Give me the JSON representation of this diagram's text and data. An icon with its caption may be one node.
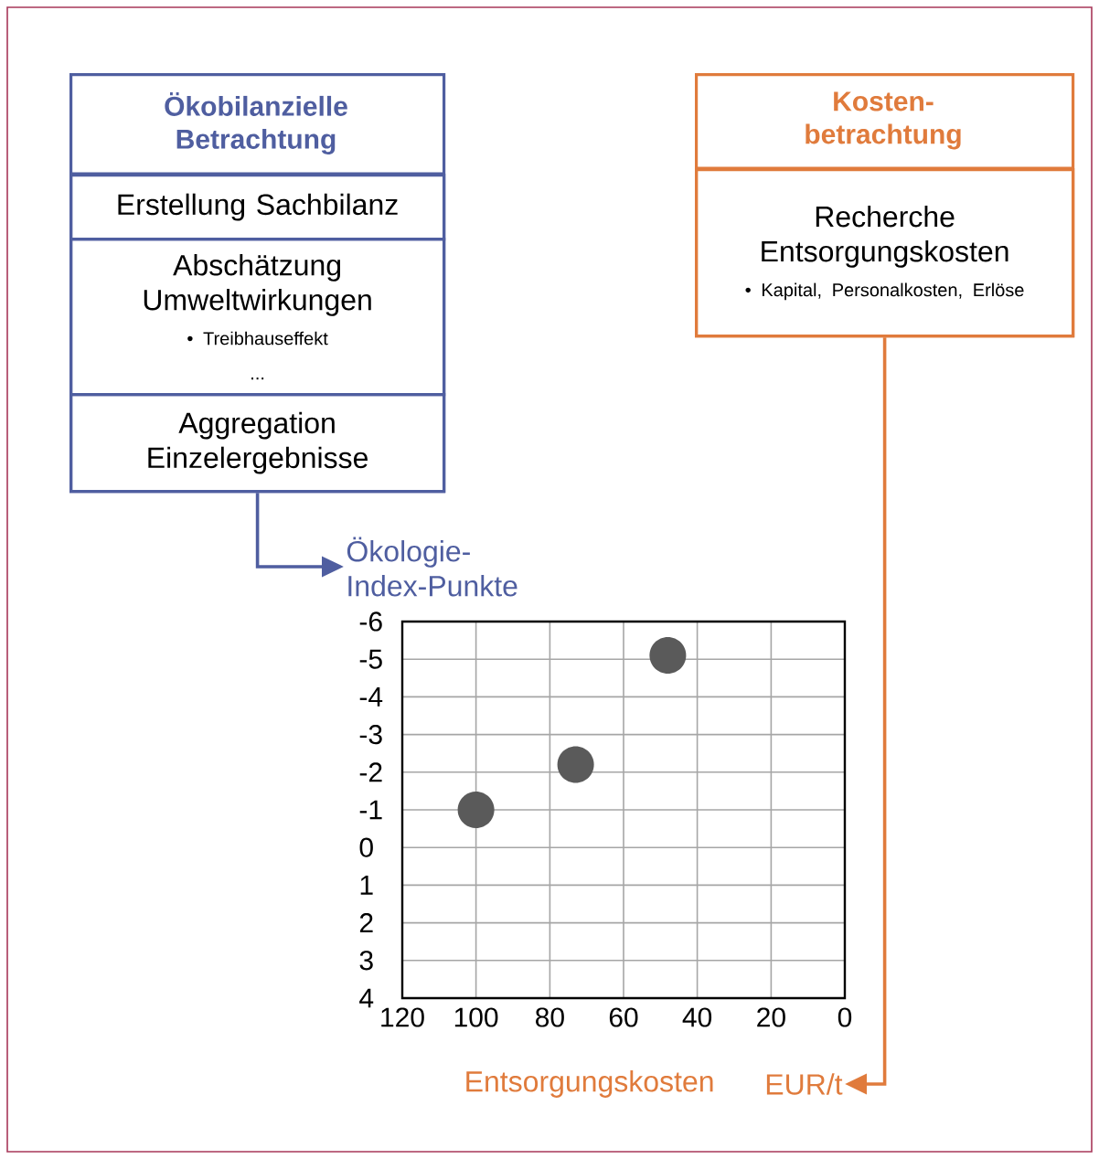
{
  "diagram": {
    "nodes": [
      {
        "text": [
          "Ökobilanzielle Betrachtung"
        ]
      },
      {
        "text": [
          "Erstellung Sachbilanz"
        ],
        "in": 0
      },
      {
        "text": [
          "Abschätzung Umweltwirkungen",
          "• Treibhauseffekt",
          "..."
        ],
        "in": 0
      },
      {
        "text": [
          "Aggregation Einzelergebnisse"
        ],
        "in": 0
      },
      {
        "text": [
          "Kosten- betrachtung"
        ]
      },
      {
        "text": [
          "Recherche Entsorgungskosten",
          "• Kapital, Personalkosten, Erlöse"
        ],
        "in": 4
      },
      {
        "text": [
          "Ökologie- Index-Punkte"
        ]
      },
      {
        "text": [
          "EUR/t"
        ],
        "beside": [
          "Entsorgungskosten"
        ]
      }
    ],
    "edges": [
      {
        "from": 0,
        "to": 6,
        "arrow": "to",
        "color": "#4f5ea0"
      },
      {
        "from": 4,
        "to": 7,
        "arrow": "to",
        "color": "#e07b3c"
      }
    ],
    "chart_data": {
      "type": "scatter",
      "grid": true,
      "xlim": [
        120,
        0
      ],
      "ylim": [
        4,
        -6
      ],
      "xticks": [
        0,
        20,
        40,
        60,
        80,
        100,
        120
      ],
      "yticks": [
        -6,
        -5,
        -4,
        -3,
        -2,
        -1,
        0,
        1,
        2,
        3,
        4
      ],
      "x": [
        100,
        73,
        48
      ],
      "series": [
        {
          "color": "#5a5a5a",
          "values": [
            -1,
            -2.2,
            -5.1
          ]
        }
      ]
    }
  }
}
